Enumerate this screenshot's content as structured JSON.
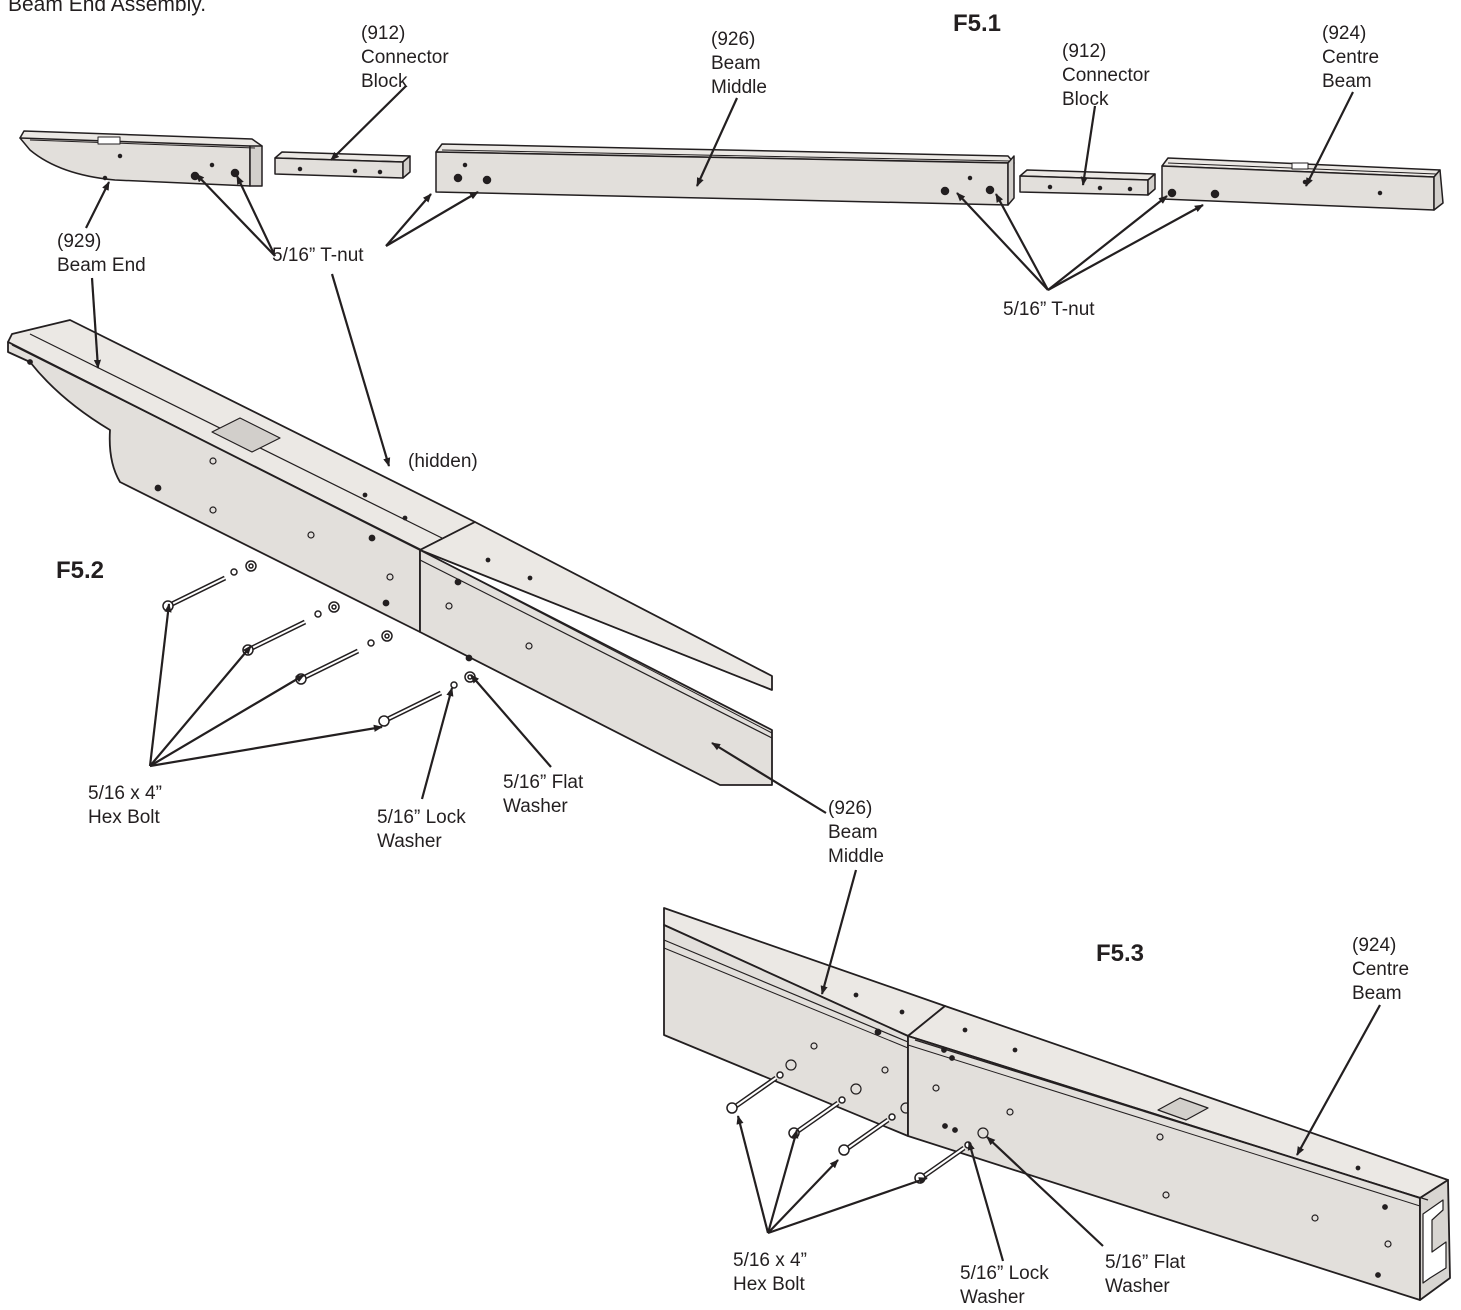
{
  "title": "Beam End Assembly.",
  "figures": {
    "f51": "F5.1",
    "f52": "F5.2",
    "f53": "F5.3"
  },
  "labels": {
    "cb1": [
      "(912)",
      "Connector",
      "Block"
    ],
    "bm1": [
      "(926)",
      "Beam",
      "Middle"
    ],
    "cb2": [
      "(912)",
      "Connector",
      "Block"
    ],
    "ce1": [
      "(924)",
      "Centre",
      "Beam"
    ],
    "be": [
      "(929)",
      "Beam End"
    ],
    "tnut1": [
      "5/16” T-nut"
    ],
    "tnut2": [
      "5/16” T-nut"
    ],
    "hidden": [
      "(hidden)"
    ],
    "hb1": [
      "5/16 x 4”",
      "Hex Bolt"
    ],
    "lw1": [
      "5/16” Lock",
      "Washer"
    ],
    "fw1": [
      "5/16” Flat",
      "Washer"
    ],
    "bm2": [
      "(926)",
      "Beam",
      "Middle"
    ],
    "ce2": [
      "(924)",
      "Centre",
      "Beam"
    ],
    "hb2": [
      "5/16 x 4”",
      "Hex Bolt"
    ],
    "lw2": [
      "5/16” Lock",
      "Washer"
    ],
    "fw2": [
      "5/16” Flat",
      "Washer"
    ]
  },
  "colors": {
    "face": "#e2dfdb",
    "top": "#ebe8e4",
    "line": "#231f20",
    "background": "#ffffff"
  }
}
